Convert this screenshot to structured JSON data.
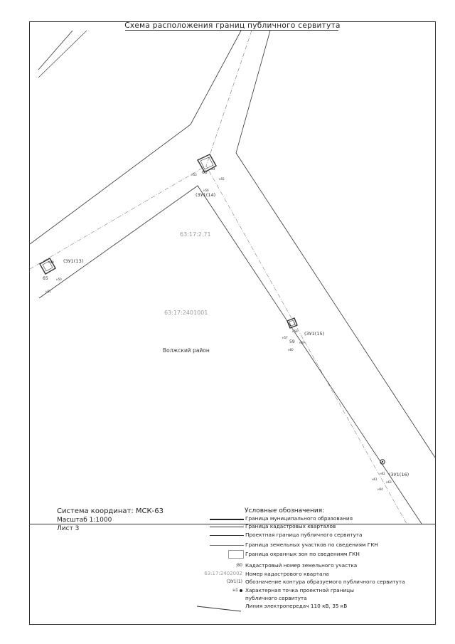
{
  "title": "Схема расположения границ публичного сервитута",
  "map": {
    "zones": [
      {
        "id": "zone-13",
        "label": "(ЗУ1(13)",
        "number": "65"
      },
      {
        "id": "zone-14",
        "label": "(ЗУ1(14)",
        "number": "63"
      },
      {
        "id": "zone-15",
        "label": "(ЗУ1(15)",
        "number": "59"
      },
      {
        "id": "zone-16",
        "label": "(ЗУ1(16)",
        "number": ""
      }
    ],
    "points": {
      "n49": "н49",
      "n50": "н50",
      "n51": "н51",
      "n53": "н53",
      "n54": "н54",
      "n55": "н55",
      "n56": "н56",
      "n57": "н57",
      "n58": "н58",
      "n59": "н59",
      "n60": "н60",
      "n61": "н61",
      "n62": "н62",
      "n63": "н63",
      "n64": "н64"
    },
    "cadastral_quarter_1": "63:17:2.71",
    "cadastral_quarter_2": "63:17:2401001",
    "district": "Волжский район"
  },
  "info": {
    "coord_system": "Система координат: МСК-63",
    "scale": "Масштаб 1:1000",
    "sheet": "Лист 3"
  },
  "legend": {
    "header": "Условные обозначения:",
    "items": [
      {
        "text": "Граница муниципального образования",
        "sample": ""
      },
      {
        "text": "Граница кадастровых кварталов",
        "sample": ""
      },
      {
        "text": "Проектная граница публичного сервитута",
        "sample": ""
      },
      {
        "text": "Граница земельных участков по сведениям ГКН",
        "sample": ""
      },
      {
        "text": "Граница охранных зон по сведениям ГКН",
        "sample": ""
      },
      {
        "text": "Кадастровый номер земельного участка",
        "sample": ":80"
      },
      {
        "text": "Номер кадастрового квартала",
        "sample": "63:17:2402002"
      },
      {
        "text": "Обозначение контура образуемого публичного сервитута",
        "sample": "(ЗУ1(1)"
      },
      {
        "text": "Характерная точка проектной границы",
        "sample": "н1"
      },
      {
        "text": "публичного сервитута",
        "sample": ""
      },
      {
        "text": "Линия электропередач 110 кВ, 35 кВ",
        "sample": ""
      }
    ]
  },
  "colors": {
    "ink": "#222222",
    "gray": "#9a9a9a"
  }
}
